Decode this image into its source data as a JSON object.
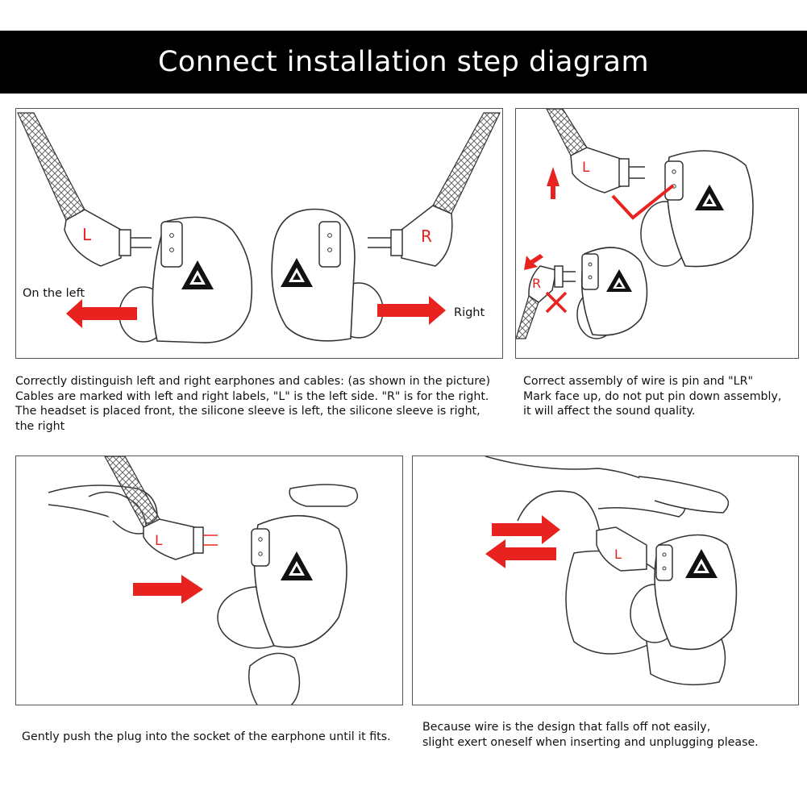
{
  "header": {
    "title": "Connect installation step diagram"
  },
  "panel1": {
    "left_label": "On the left",
    "right_label": "Right",
    "cable_left_mark": "L",
    "cable_right_mark": "R"
  },
  "panel2": {
    "cable_top_mark": "L",
    "cable_bottom_mark": "R"
  },
  "panel3": {
    "cable_mark": "L"
  },
  "panel4": {
    "cable_mark": "L"
  },
  "captions": {
    "step1": [
      "Correctly distinguish left and right earphones and cables: (as shown in the picture)",
      "Cables are marked with left and right labels, \"L\" is the left side. \"R\" is for the right.",
      "The headset is placed front, the silicone sleeve is left, the silicone sleeve is right,",
      "the right"
    ],
    "step2": [
      "Correct assembly of wire is pin and \"LR\"",
      "Mark face up, do not put pin down assembly,",
      "it will affect the sound quality."
    ],
    "step3": [
      "Gently push the plug into the socket of the earphone until it fits."
    ],
    "step4": [
      "Because wire is the design that falls off not easily,",
      "slight exert oneself when inserting and unplugging please."
    ]
  },
  "colors": {
    "accent": "#e8231f",
    "banner": "#000000",
    "line": "#333333"
  },
  "icons": [
    "earphone-icon",
    "brand-logo-icon",
    "cable-plug-icon",
    "red-arrow-icon",
    "check-mark-icon",
    "cross-mark-icon",
    "hand-icon"
  ]
}
